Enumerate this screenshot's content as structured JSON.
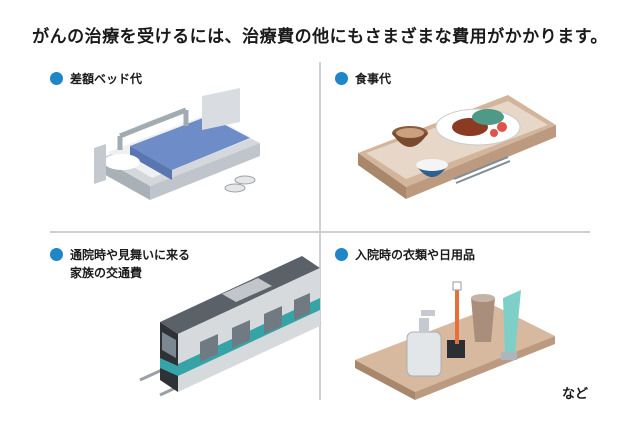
{
  "title": "がんの治療を受けるには、治療費の他にもさまざまな費用がかかります。",
  "items": [
    {
      "label": "差額ベッド代",
      "icon": "hospital-bed"
    },
    {
      "label": "食事代",
      "icon": "meal-tray"
    },
    {
      "label": "通院時や見舞いに来る\n家族の交通費",
      "icon": "train"
    },
    {
      "label": "入院時の衣類や日用品",
      "icon": "toiletries"
    }
  ],
  "footnote": "など",
  "colors": {
    "accent": "#1f86c9",
    "divider": "#cfcfcf",
    "blanket": "#6e8cc8",
    "train_teal": "#36a3a6",
    "tray": "#c9a98e"
  }
}
